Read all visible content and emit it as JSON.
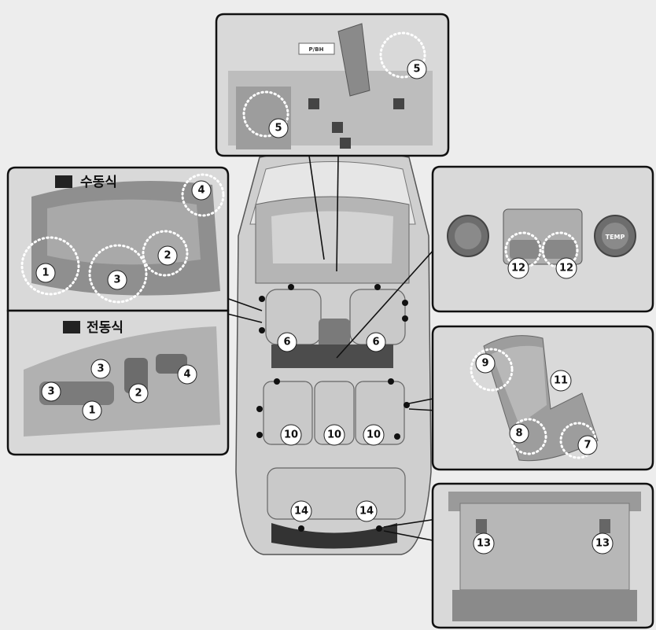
{
  "labels": {
    "manual_seat": "수동식",
    "power_seat": "전동식",
    "manual_tag": "■",
    "power_tag": "■",
    "gear_tag": "P/BH"
  },
  "callouts": {
    "gear_left": "5",
    "gear_right": "5",
    "manual_1": "1",
    "manual_2": "2",
    "manual_3": "3",
    "manual_4": "4",
    "power_1": "1",
    "power_2": "2",
    "power_3a": "3",
    "power_3b": "3",
    "power_4": "4",
    "front_left_6": "6",
    "front_right_6": "6",
    "row2_left_10": "10",
    "row2_mid_10": "10",
    "row2_right_10": "10",
    "row3_left_14": "14",
    "row3_right_14": "14",
    "heater_left_12": "12",
    "heater_right_12": "12",
    "rear_seat_7": "7",
    "rear_seat_8": "8",
    "rear_seat_9": "9",
    "rear_seat_11": "11",
    "trunk_left_13": "13",
    "trunk_right_13": "13"
  },
  "control_panel": {
    "left_knob": "",
    "right_knob": "TEMP"
  }
}
